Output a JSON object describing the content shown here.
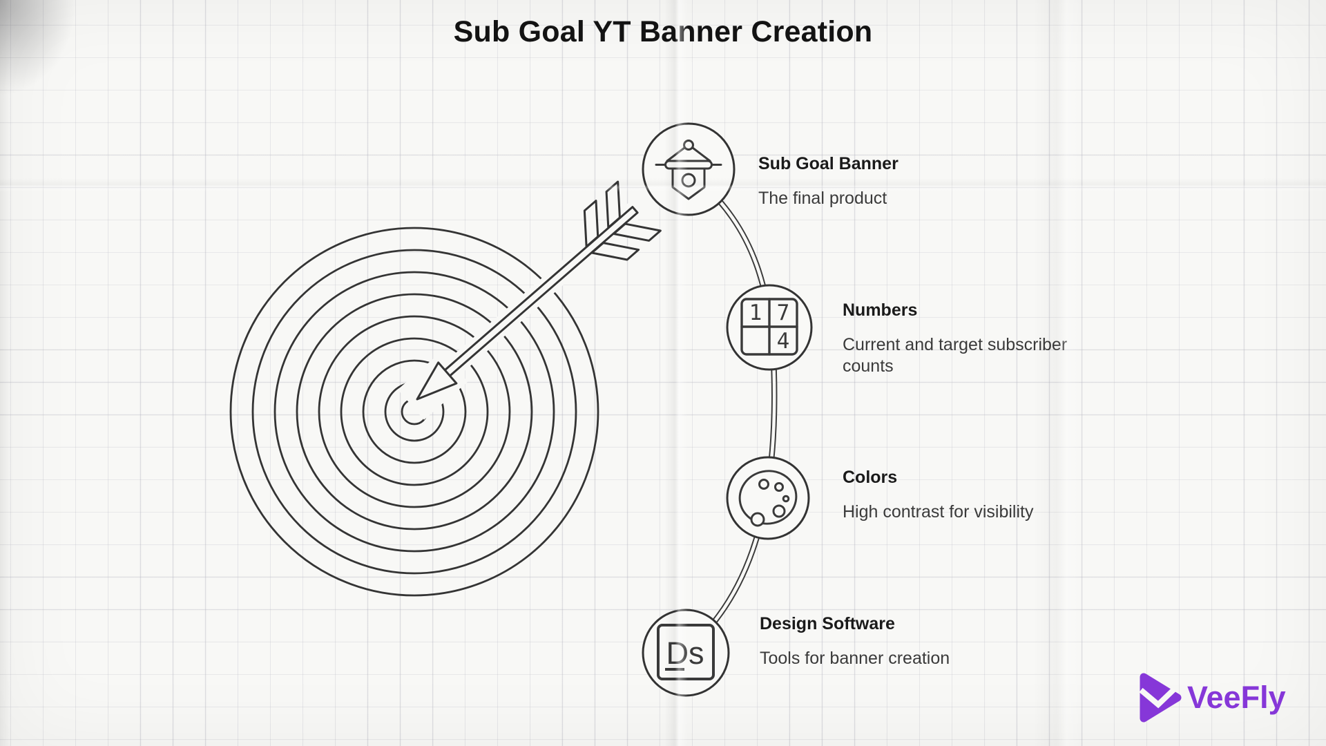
{
  "page": {
    "title": "Sub Goal YT Banner Creation"
  },
  "colors": {
    "paper": "#f8f8f6",
    "grid_line": "#c6c6ce",
    "ink_outline": "#343434",
    "heading_text": "#1a1a1a",
    "body_text": "#3a3a3a",
    "brand_purple": "#8637d8"
  },
  "illustration": {
    "name": "target-with-arrow",
    "rings": 9
  },
  "steps": [
    {
      "title": "Sub Goal Banner",
      "description": "The final product",
      "icon": "award-banner-icon"
    },
    {
      "title": "Numbers",
      "description": "Current and target subscriber counts",
      "icon": "number-grid-icon",
      "icon_digits": [
        "1",
        "7",
        "4"
      ]
    },
    {
      "title": "Colors",
      "description": "High contrast for visibility",
      "icon": "palette-icon"
    },
    {
      "title": "Design Software",
      "description": "Tools for banner creation",
      "icon": "design-software-icon",
      "icon_text": "Ds"
    }
  ],
  "brand": {
    "name": "VeeFly",
    "logo": "veefly-play-triangle-logo"
  }
}
